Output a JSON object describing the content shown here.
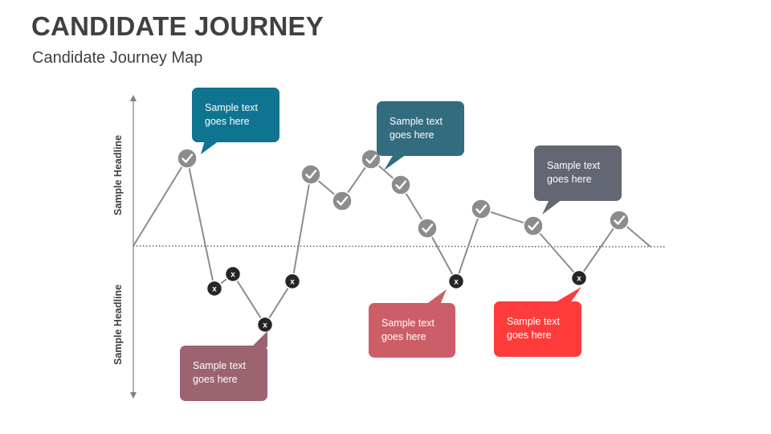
{
  "header": {
    "title": "CANDIDATE JOURNEY",
    "subtitle": "Candidate Journey Map"
  },
  "axis": {
    "label_top": "Sample Headline",
    "label_bottom": "Sample Headline"
  },
  "colors": {
    "line": "#8c8c8c",
    "check_marker": "#8c8c8c",
    "x_marker": "#262626",
    "teal": "#0e7490",
    "slate_teal": "#336b7f",
    "slate": "#636774",
    "mauve": "#9b6470",
    "rose": "#cd5e67",
    "red": "#fe3b3b"
  },
  "journey_points": [
    {
      "kind": "start"
    },
    {
      "kind": "check"
    },
    {
      "kind": "cross",
      "label": "x"
    },
    {
      "kind": "cross",
      "label": "x"
    },
    {
      "kind": "cross",
      "label": "x"
    },
    {
      "kind": "cross",
      "label": "x"
    },
    {
      "kind": "check"
    },
    {
      "kind": "check"
    },
    {
      "kind": "check"
    },
    {
      "kind": "check"
    },
    {
      "kind": "check"
    },
    {
      "kind": "cross",
      "label": "x"
    },
    {
      "kind": "check"
    },
    {
      "kind": "check"
    },
    {
      "kind": "cross",
      "label": "x"
    },
    {
      "kind": "check"
    },
    {
      "kind": "end"
    }
  ],
  "callouts": [
    {
      "line1": "Sample text",
      "line2": "goes here",
      "color": "#0e7490"
    },
    {
      "line1": "Sample text",
      "line2": "goes here",
      "color": "#336b7f"
    },
    {
      "line1": "Sample text",
      "line2": "goes here",
      "color": "#636774"
    },
    {
      "line1": "Sample text",
      "line2": "goes here",
      "color": "#9b6470"
    },
    {
      "line1": "Sample text",
      "line2": "goes here",
      "color": "#cd5e67"
    },
    {
      "line1": "Sample text",
      "line2": "goes here",
      "color": "#fe3b3b"
    }
  ]
}
